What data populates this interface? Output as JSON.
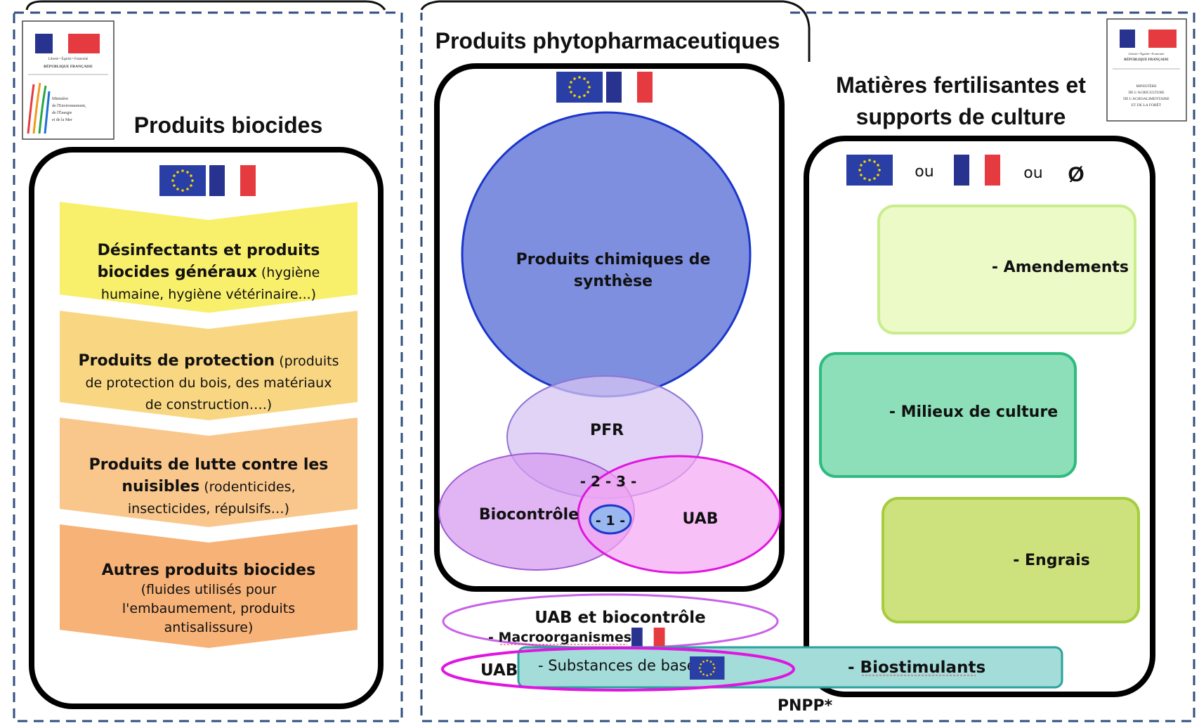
{
  "left_panel": {
    "title": "Produits biocides",
    "ministry_logo": {
      "republic_motto": "Liberté • Égalité • Fraternité",
      "republic_name": "RÉPUBLIQUE FRANÇAISE",
      "ministry_lines": [
        "Ministère",
        "de l'Environnement,",
        "de l'Énergie",
        "et de la Mer"
      ]
    },
    "flags": [
      "eu-flag",
      "fr-flag"
    ],
    "chevrons": [
      {
        "color": "#f8ef6a",
        "lines": [
          [
            {
              "t": "Désinfectants et produits",
              "b": true
            }
          ],
          [
            {
              "t": "biocides généraux",
              "b": true
            },
            {
              "t": " (hygiène",
              "b": false
            }
          ],
          [
            {
              "t": "humaine, hygiène vétérinaire...)",
              "b": false
            }
          ]
        ]
      },
      {
        "color": "#f9d782",
        "lines": [
          [
            {
              "t": "Produits de protection",
              "b": true
            },
            {
              "t": " (produits",
              "b": false
            }
          ],
          [
            {
              "t": "de protection du bois, des matériaux",
              "b": false
            }
          ],
          [
            {
              "t": "de construction….)",
              "b": false
            }
          ]
        ]
      },
      {
        "color": "#f9c78c",
        "lines": [
          [
            {
              "t": "Produits de lutte contre les",
              "b": true
            }
          ],
          [
            {
              "t": "nuisibles",
              "b": true
            },
            {
              "t": " (rodenticides,",
              "b": false
            }
          ],
          [
            {
              "t": "insecticides, répulsifs…)",
              "b": false
            }
          ]
        ]
      },
      {
        "color": "#f7b277",
        "lines": [
          [
            {
              "t": "Autres produits biocides",
              "b": true
            }
          ],
          [
            {
              "t": "(fluides utilisés pour",
              "b": false
            }
          ],
          [
            {
              "t": "l'embaumement, produits",
              "b": false
            }
          ],
          [
            {
              "t": "antisalissure)",
              "b": false
            }
          ]
        ]
      }
    ]
  },
  "middle_panel": {
    "title": "Produits phytopharmaceutiques",
    "flags": [
      "eu-flag",
      "fr-flag"
    ],
    "chemical_label": [
      "Produits chimiques de",
      "synthèse"
    ],
    "pfr_label": "PFR",
    "biocontrole_label": "Biocontrôle",
    "uab_label": "UAB",
    "overlap_23_label": "- 2 - 3 -",
    "overlap_1_label": "- 1 -",
    "uab_biocontrole_label": "UAB et biocontrôle",
    "macroorganismes_label": "- Macroorganismes",
    "uab_small_label": "UAB",
    "substances_base_label": "- Substances de base",
    "pnpp_label": "PNPP*"
  },
  "right_panel": {
    "title_lines": [
      "Matières fertilisantes et",
      "supports de culture"
    ],
    "ministry_logo": {
      "republic_motto": "Liberté • Égalité • Fraternité",
      "republic_name": "RÉPUBLIQUE FRANÇAISE",
      "ministry_lines": [
        "MINISTÈRE",
        "DE L'AGRICULTURE",
        "DE L'AGROALIMENTAIRE",
        "ET DE LA FORÊT"
      ]
    },
    "ou_1": "ou",
    "ou_2": "ou",
    "empty_symbol": "Ø",
    "amendements_label": "- Amendements",
    "milieux_label": "- Milieux de culture",
    "engrais_label": "- Engrais",
    "biostimulants_label": "- Biostimulants"
  },
  "colors": {
    "panel_border": "#2f4f7f",
    "chem_fill": "#7e8fe0",
    "chem_stroke": "#1b36c9",
    "pfr_fill": "#d6c4f3",
    "pfr_stroke": "#8e74d4",
    "bio_fill": "#d79cf0",
    "bio_stroke": "#a05ad4",
    "uab_fill": "#f4a6f4",
    "uab_stroke": "#e015e0",
    "one_fill": "#9ab7ef",
    "magenta_text": "#d018d0",
    "teal_text": "#229e99",
    "amend_fill": "#ecfac8",
    "amend_stroke": "#c9ed8c",
    "milieux_fill": "#8cdfb9",
    "milieux_stroke": "#2ebb7f",
    "engrais_fill": "#cde27c",
    "engrais_stroke": "#a6cc3f",
    "pnpp_fill": "#a4dcda",
    "pnpp_stroke": "#2aa39c"
  }
}
